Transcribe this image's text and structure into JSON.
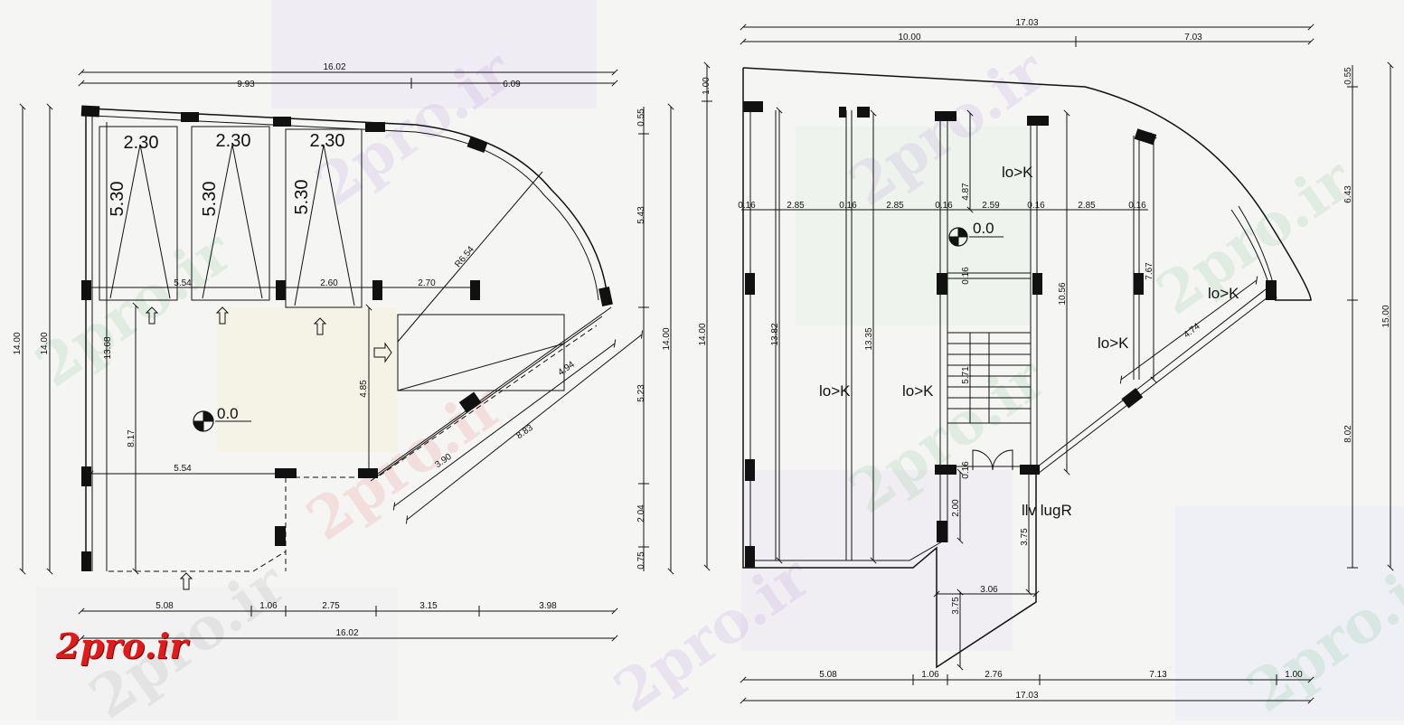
{
  "brand": "2pro.ir",
  "left_plan": {
    "overall_width_top": "16.02",
    "top_seg_1": "9.93",
    "top_seg_2": "6.09",
    "left_height_outer": "14.00",
    "left_height_inner": "14.00",
    "left_wall_inner": "13.68",
    "parking_bay_width": "2.30",
    "parking_bay_length": "5.30",
    "bay_row_dim_1": "5.54",
    "bay_row_dim_2": "2.60",
    "bay_row_dim_3": "2.70",
    "arc_radius": "R6.54",
    "right_dim_1": "0.55",
    "right_dim_2": "5.43",
    "right_dim_3": "5.23",
    "right_dim_4": "2.04",
    "right_dim_5": "0.75",
    "right_height": "14.00",
    "level_mark": "0.0",
    "ramp_height": "4.85",
    "diag_dim_1": "4.94",
    "diag_dim_2": "3.90",
    "diag_dim_3": "8.83",
    "vert_inner_dim": "8.17",
    "mid_width": "5.54",
    "bottom_seg_1": "5.08",
    "bottom_seg_2": "1.06",
    "bottom_seg_3": "2.75",
    "bottom_seg_4": "3.15",
    "bottom_seg_5": "3.98",
    "overall_width_bottom": "16.02"
  },
  "right_plan": {
    "overall_width_top": "17.03",
    "top_seg_1": "10.00",
    "top_seg_2": "7.03",
    "top_left_dim": "1.00",
    "right_top_dim": "0.55",
    "right_dim_1": "6.43",
    "right_dim_2": "8.02",
    "right_height": "15.00",
    "left_height": "14.00",
    "col_dim_1": "13.82",
    "col_dim_2": "13.35",
    "col_dim_3": "10.56",
    "col_dim_4": "7.67",
    "grid_dims": [
      "0.16",
      "2.85",
      "0.16",
      "2.85",
      "0.16",
      "2.59",
      "0.16",
      "2.85",
      "0.16"
    ],
    "stair_top_dim": "4.87",
    "stair_small_dim": "0.16",
    "stair_run": "5.71",
    "door_dim": "0.16",
    "lower_dim_1": "2.00",
    "lower_dim_2": "3.75",
    "lower_dim_3": "3.75",
    "bottom_width_dim": "3.06",
    "diag_dim": "4.74",
    "level_mark": "0.0",
    "room_labels": [
      "lo>K",
      "lo>K",
      "lo>K",
      "lo>K",
      "lo>K"
    ],
    "lobby_label": "llv lugR",
    "bottom_seg_1": "5.08",
    "bottom_seg_2": "1.06",
    "bottom_seg_3": "2.76",
    "bottom_seg_4": "7.13",
    "bottom_seg_5": "1.00",
    "overall_width_bottom": "17.03"
  }
}
